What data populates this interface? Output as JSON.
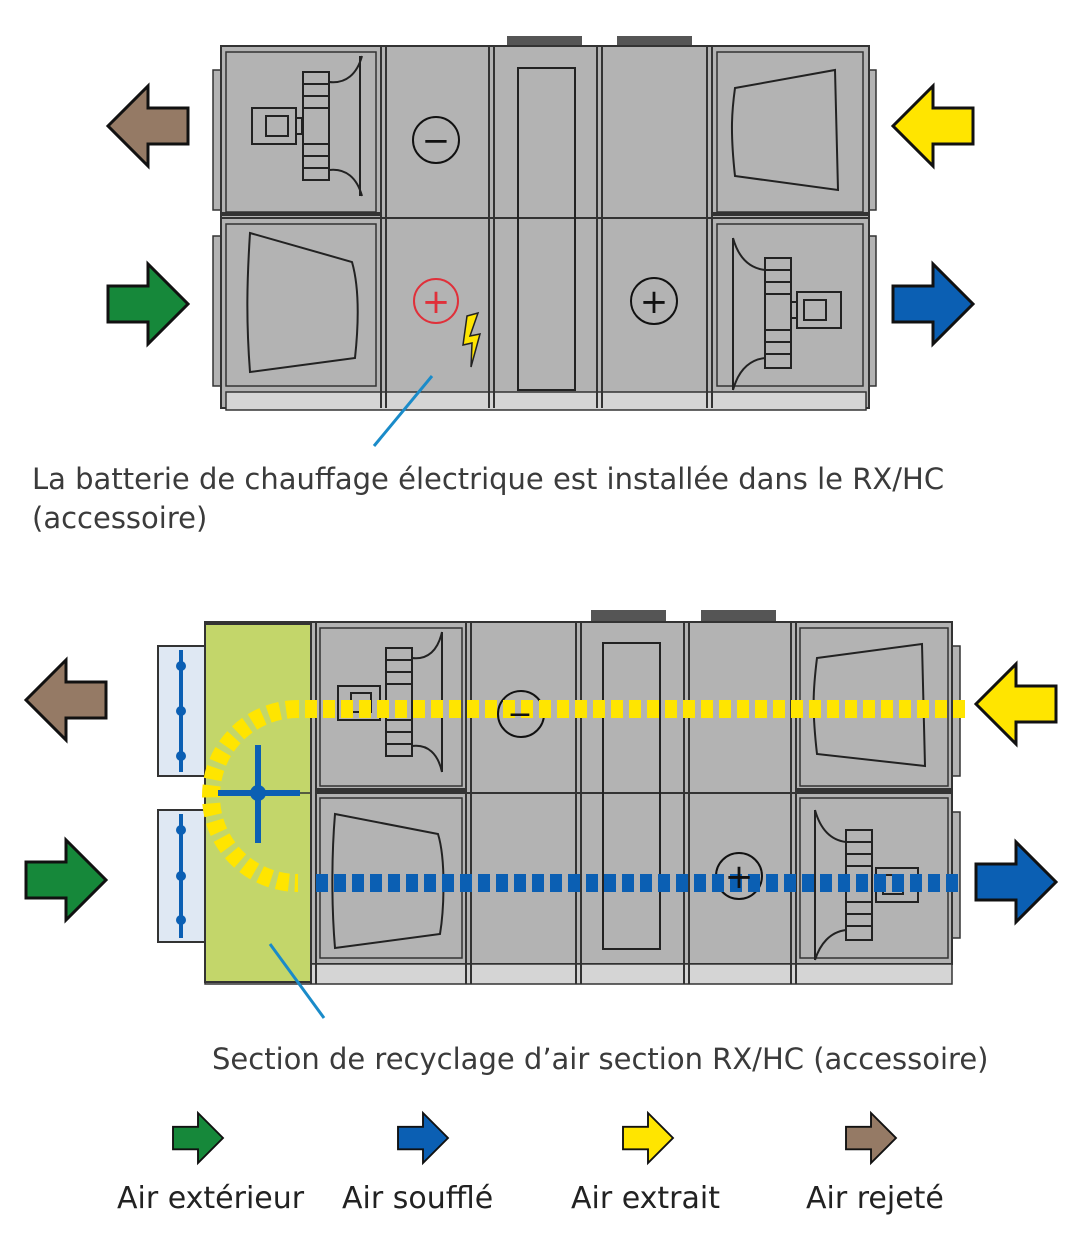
{
  "captions": {
    "electric_heater_line1": "La batterie de chauffage électrique est installée dans le RX/HC",
    "electric_heater_line2": "(accessoire)",
    "recirculation": "Section de recyclage d’air section RX/HC (accessoire)"
  },
  "symbols": {
    "minus": "−",
    "plus": "+"
  },
  "legend": [
    {
      "label": "Air extérieur",
      "color": "#16883a"
    },
    {
      "label": "Air soufflé",
      "color": "#0b5fb3"
    },
    {
      "label": "Air extrait",
      "color": "#ffe500"
    },
    {
      "label": "Air rejeté",
      "color": "#957a65"
    }
  ],
  "colors": {
    "casing": "#b3b3b3",
    "casing_dark": "#585858",
    "rx_hc_section": "#c3d66a",
    "electric_coil": "#e0303a",
    "lightning": "#ffe500",
    "leader_line": "#1a8bc9",
    "damper_fill": "#dfe8f3"
  },
  "icons": [
    "arrow-left-icon",
    "arrow-right-icon",
    "fan-icon",
    "motor-icon",
    "filter-icon",
    "heat-exchanger-icon",
    "lightning-icon",
    "damper-icon"
  ]
}
